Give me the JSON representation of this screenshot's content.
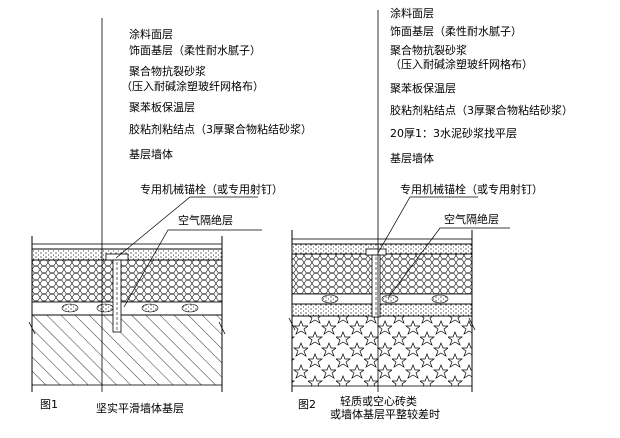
{
  "fig1": {
    "labels": [
      "涂料面层",
      "饰面基层（柔性耐水腻子）",
      "聚合物抗裂砂浆",
      "（压入耐碱涂塑玻纤网格布）",
      "聚苯板保温层",
      "胶粘剂粘结点（3厚聚合物粘结砂浆）",
      "基层墙体"
    ],
    "anchor_label": "专用机械锚栓（或专用射钉）",
    "air_label": "空气隔绝层",
    "fig_no": "图1",
    "caption": "坚实平滑墙体基层"
  },
  "fig2": {
    "labels": [
      "涂料面层",
      "饰面基层（柔性耐水腻子）",
      "聚合物抗裂砂浆",
      "（压入耐碱涂塑玻纤网格布）",
      "聚苯板保温层",
      "胶粘剂粘结点（3厚聚合物粘结砂浆）",
      "20厚1：3水泥砂浆找平层",
      "基层墙体"
    ],
    "anchor_label": "专用机械锚栓（或专用射钉）",
    "air_label": "空气隔绝层",
    "fig_no": "图2",
    "caption_line1": "轻质或空心砖类",
    "caption_line2": "或墙体基层平整较差时"
  }
}
